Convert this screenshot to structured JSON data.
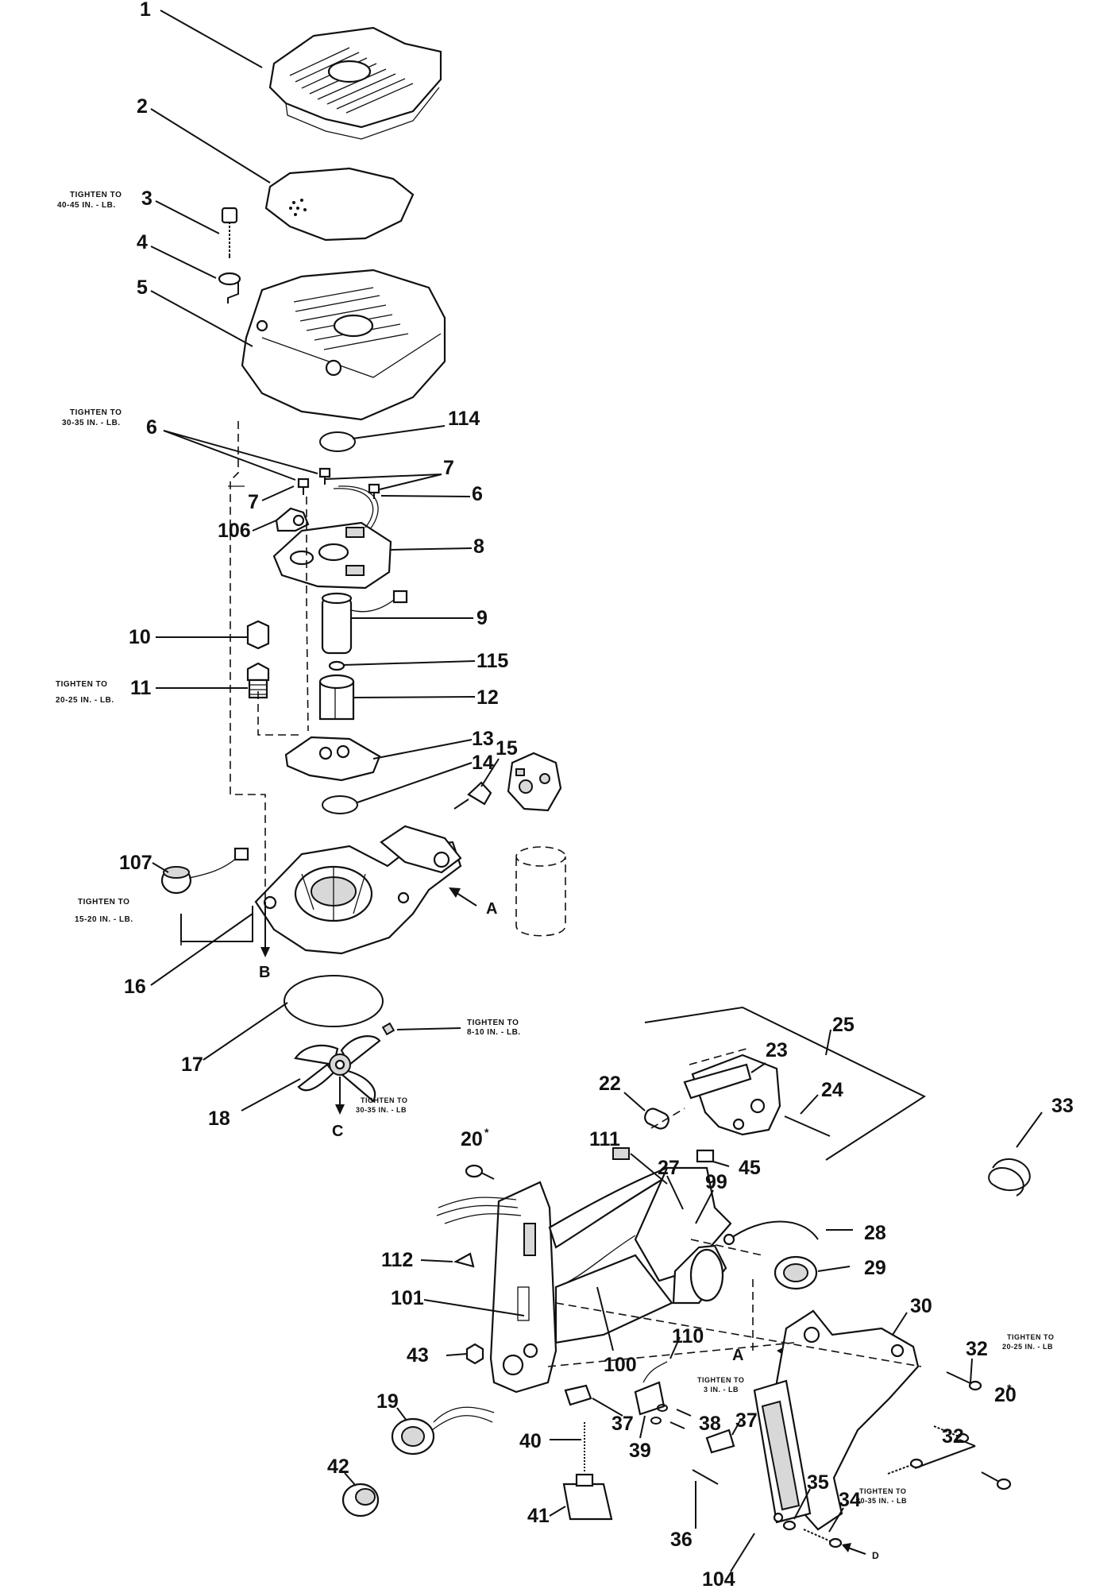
{
  "callouts": {
    "c1": "1",
    "c2": "2",
    "c3": "3",
    "c4": "4",
    "c5": "5",
    "c6a": "6",
    "c6b": "6",
    "c7a": "7",
    "c7b": "7",
    "c8": "8",
    "c9": "9",
    "c10": "10",
    "c11": "11",
    "c12": "12",
    "c13": "13",
    "c14": "14",
    "c15": "15",
    "c16": "16",
    "c17": "17",
    "c18": "18",
    "c19": "19",
    "c20a": "20",
    "c20b": "20",
    "c22": "22",
    "c23": "23",
    "c24": "24",
    "c25": "25",
    "c27": "27",
    "c28": "28",
    "c29": "29",
    "c30": "30",
    "c32a": "32",
    "c32b": "32",
    "c33": "33",
    "c34": "34",
    "c35": "35",
    "c36": "36",
    "c37a": "37",
    "c37b": "37",
    "c38": "38",
    "c39": "39",
    "c40": "40",
    "c41": "41",
    "c42": "42",
    "c43": "43",
    "c45": "45",
    "c99": "99",
    "c100": "100",
    "c101": "101",
    "c104": "104",
    "c106": "106",
    "c107": "107",
    "c110": "110",
    "c111": "111",
    "c112": "112",
    "c114": "114",
    "c115": "115"
  },
  "markers": {
    "a1": "A",
    "a2": "A",
    "b": "B",
    "c": "C",
    "d": "D",
    "star1": "*",
    "star2": "*"
  },
  "notes": {
    "t3_l1": "TIGHTEN TO",
    "t3_l2": "40-45 IN. - LB.",
    "t6_l1": "TIGHTEN TO",
    "t6_l2": "30-35 IN. - LB.",
    "t11_l1": "TIGHTEN TO",
    "t11_l2": "20-25 IN. - LB.",
    "t107_l1": "TIGHTEN TO",
    "t107_l2": "15-20 IN. - LB.",
    "tset_l1": "TIGHTEN TO",
    "tset_l2": "8-10 IN. - LB.",
    "t18_l1": "TIGHTEN TO",
    "t18_l2": "30-35 IN. - LB",
    "t110_l1": "TIGHTEN TO",
    "t110_l2": "3 IN. - LB",
    "t32_l1": "TIGHTEN TO",
    "t32_l2": "20-25 IN. - LB",
    "t34_l1": "TIGHTEN TO",
    "t34_l2": "30-35 IN. - LB"
  }
}
